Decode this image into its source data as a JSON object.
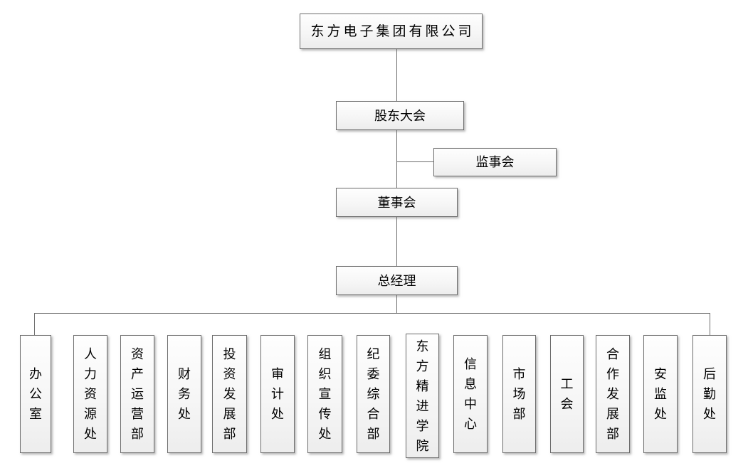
{
  "org_chart": {
    "root": "东方电子集团有限公司",
    "shareholders_meeting": "股东大会",
    "supervisory_board": "监事会",
    "board_of_directors": "董事会",
    "general_manager": "总经理",
    "departments": [
      "办公室",
      "人力资源处",
      "资产运营部",
      "财务处",
      "投资发展部",
      "审计处",
      "组织宣传处",
      "纪委综合部",
      "东方精进学院",
      "信息中心",
      "市场部",
      "工会",
      "合作发展部",
      "安监处",
      "后勤处"
    ],
    "colors": {
      "box_border": "#6e6e6e",
      "box_fill_top": "#fefefe",
      "box_fill_bottom": "#ededed",
      "connector": "#6e6e6e",
      "text": "#000000"
    }
  }
}
